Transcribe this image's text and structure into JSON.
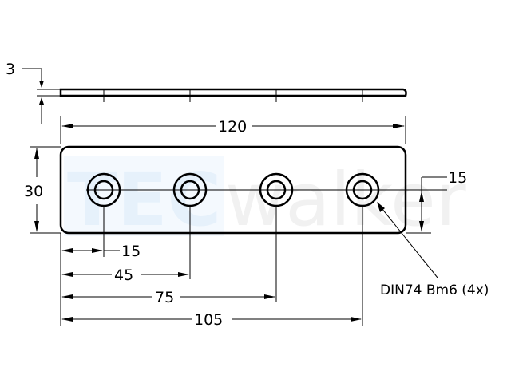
{
  "watermark": {
    "part1": "TEC",
    "part2": "walker"
  },
  "dimensions": {
    "thickness": "3",
    "overall_length": "120",
    "height": "30",
    "hole_offset_vertical": "15",
    "hole1_x": "15",
    "hole2_x": "45",
    "hole3_x": "75",
    "hole4_x": "105"
  },
  "note": {
    "label": "DIN74 Bm6 (4x)"
  },
  "colors": {
    "line": "#000000",
    "watermark_blue": "#e6f1fb",
    "watermark_gray": "#f1f1f1"
  }
}
